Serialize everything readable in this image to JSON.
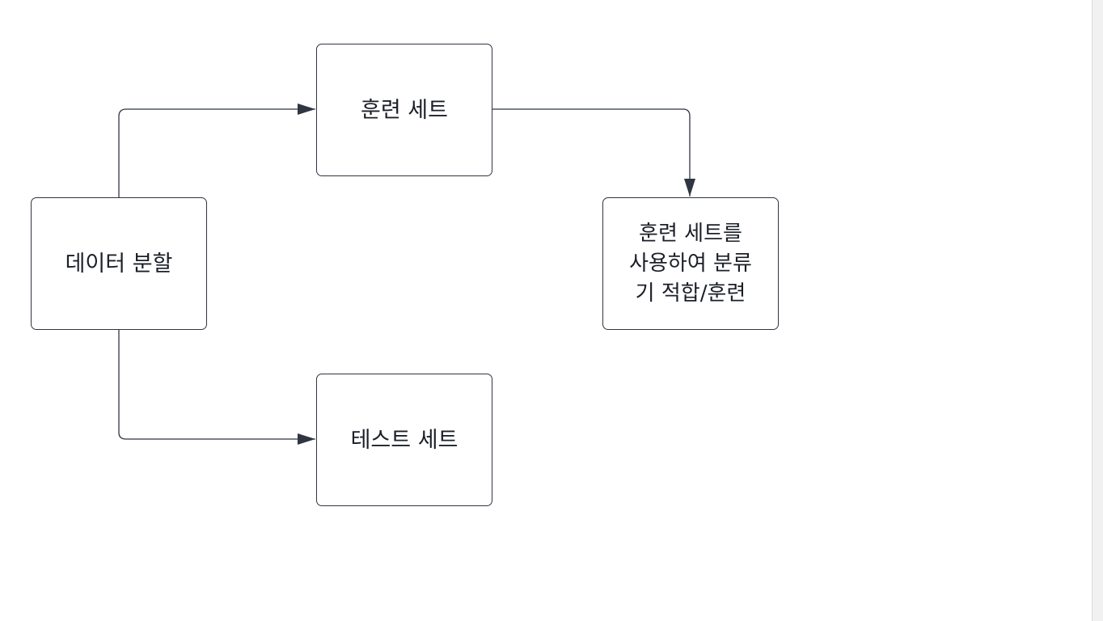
{
  "diagram": {
    "nodes": {
      "split": {
        "label": "데이터 분할"
      },
      "train": {
        "label": "훈련 세트"
      },
      "test": {
        "label": "테스트 세트"
      },
      "fit": {
        "label": "훈련 세트를\n사용하여 분류\n기 적합/훈련"
      }
    },
    "edges": [
      {
        "from": "split",
        "to": "train"
      },
      {
        "from": "split",
        "to": "test"
      },
      {
        "from": "train",
        "to": "fit"
      }
    ],
    "colors": {
      "line": "#2f3542",
      "node_border": "#2f3542",
      "text": "#1b1f27",
      "background": "#ffffff"
    }
  }
}
